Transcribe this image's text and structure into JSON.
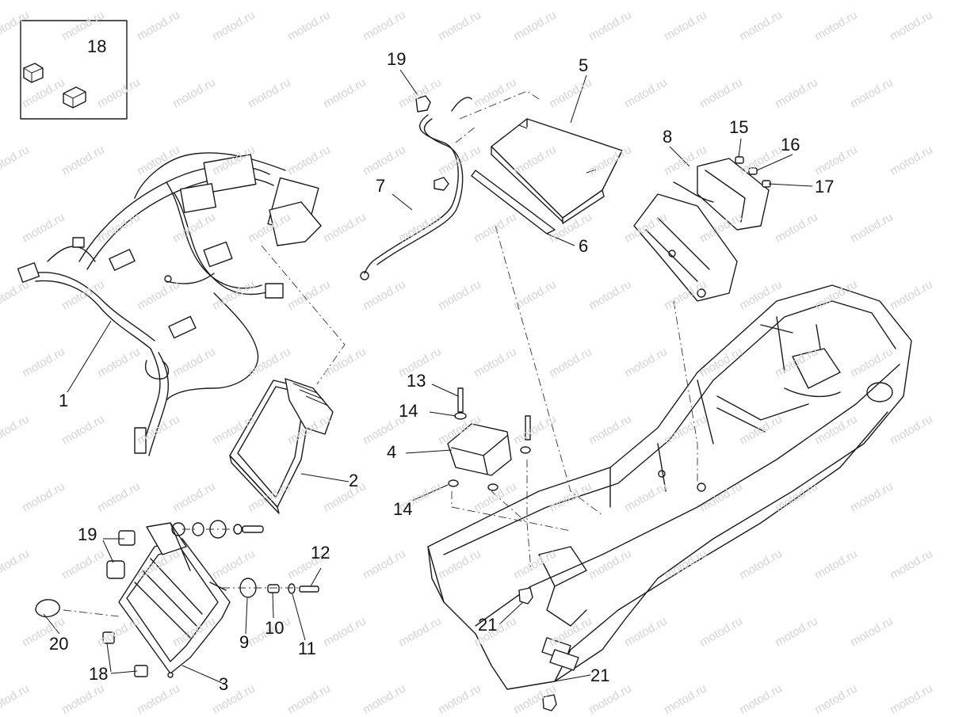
{
  "watermark_text": "motod.ru",
  "callouts": [
    {
      "id": "c18a",
      "label": "18"
    },
    {
      "id": "c19a",
      "label": "19"
    },
    {
      "id": "c5",
      "label": "5"
    },
    {
      "id": "c7",
      "label": "7"
    },
    {
      "id": "c6",
      "label": "6"
    },
    {
      "id": "c8",
      "label": "8"
    },
    {
      "id": "c15",
      "label": "15"
    },
    {
      "id": "c16",
      "label": "16"
    },
    {
      "id": "c17",
      "label": "17"
    },
    {
      "id": "c1",
      "label": "1"
    },
    {
      "id": "c13",
      "label": "13"
    },
    {
      "id": "c14a",
      "label": "14"
    },
    {
      "id": "c4",
      "label": "4"
    },
    {
      "id": "c14b",
      "label": "14"
    },
    {
      "id": "c2",
      "label": "2"
    },
    {
      "id": "c19b",
      "label": "19"
    },
    {
      "id": "c12",
      "label": "12"
    },
    {
      "id": "c20",
      "label": "20"
    },
    {
      "id": "c9",
      "label": "9"
    },
    {
      "id": "c10",
      "label": "10"
    },
    {
      "id": "c11",
      "label": "11"
    },
    {
      "id": "c18b",
      "label": "18"
    },
    {
      "id": "c3",
      "label": "3"
    },
    {
      "id": "c21a",
      "label": "21"
    },
    {
      "id": "c21b",
      "label": "21"
    }
  ]
}
